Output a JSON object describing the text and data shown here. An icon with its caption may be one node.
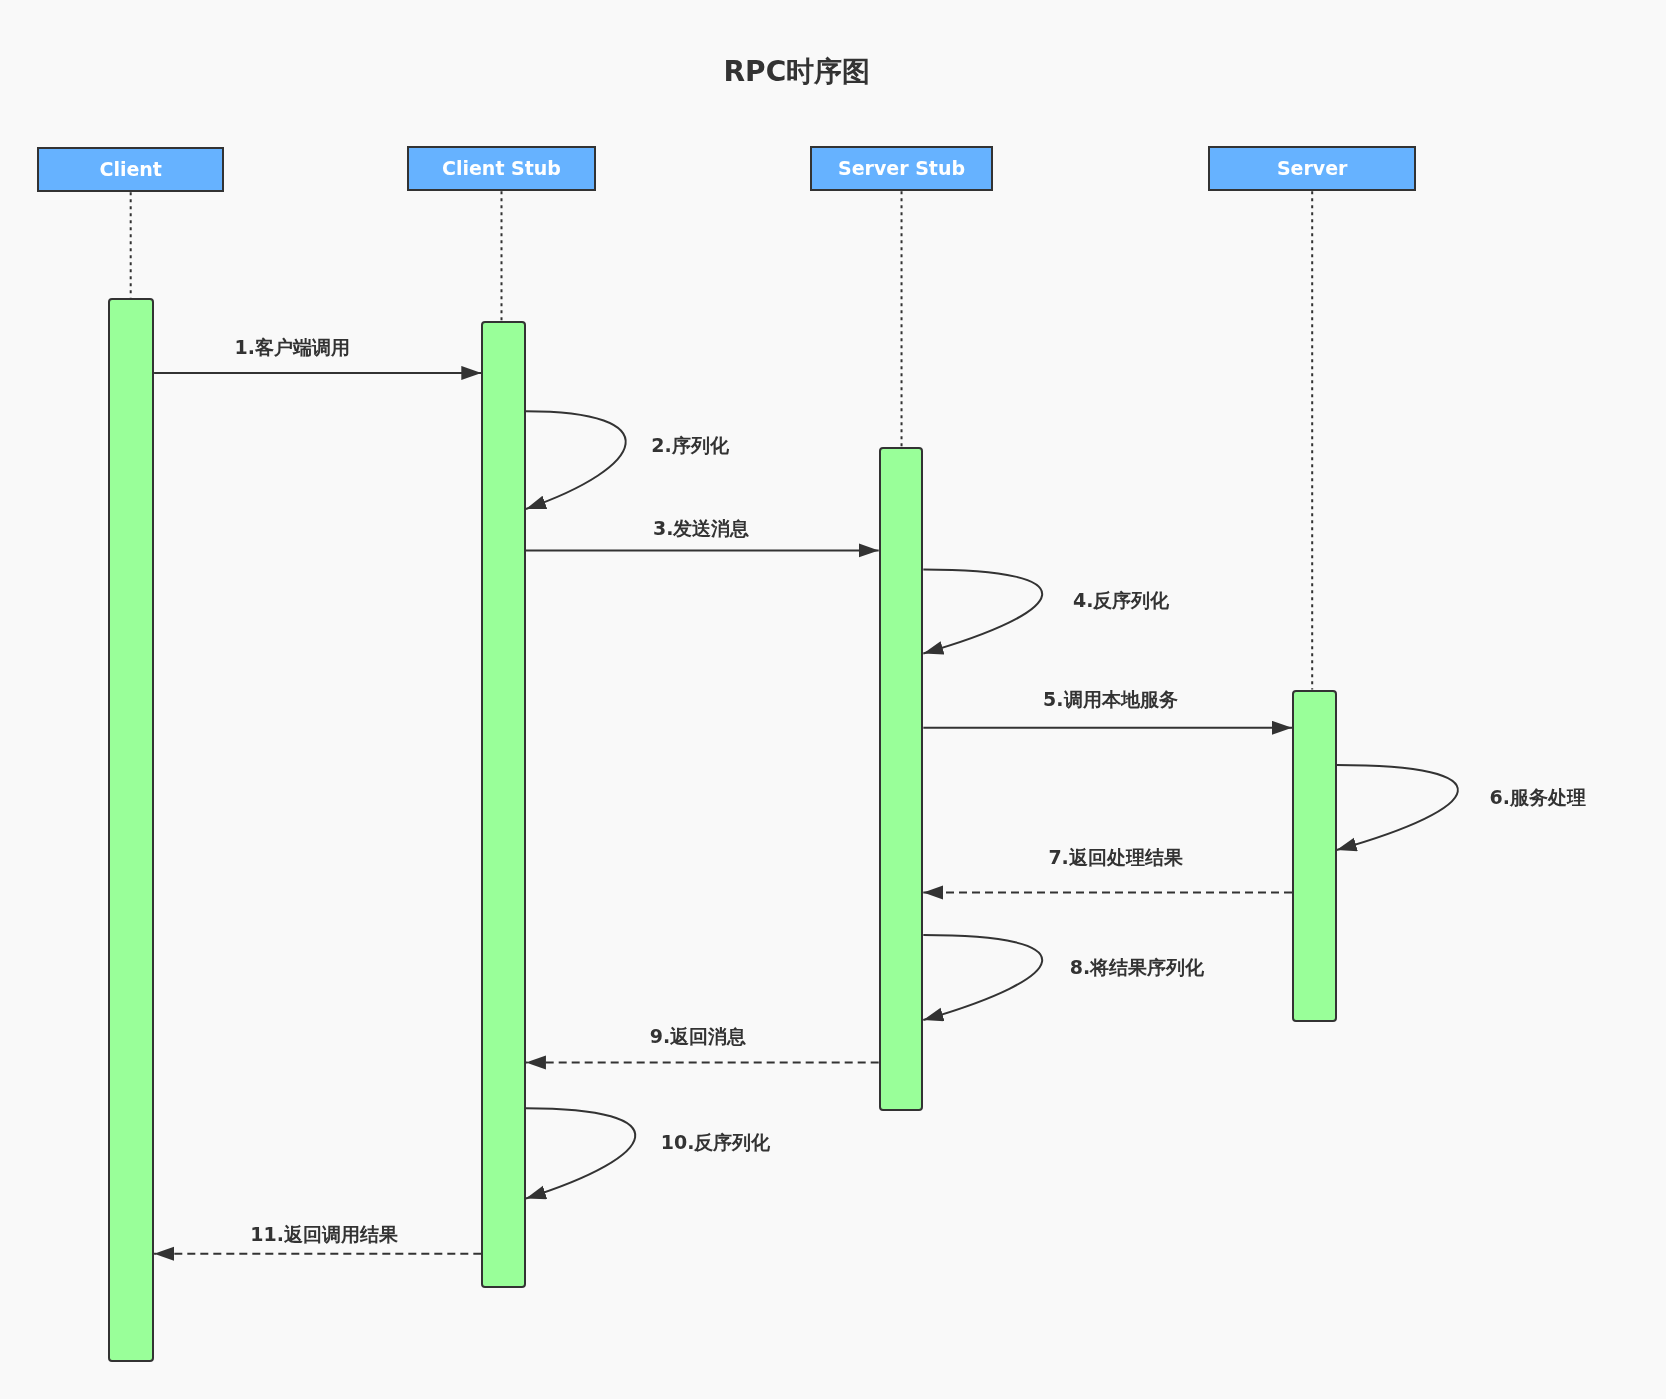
{
  "diagram": {
    "title": "RPC时序图",
    "nodes": [
      {
        "text": [
          "Client"
        ]
      },
      {
        "text": [
          "Client Stub"
        ]
      },
      {
        "text": [
          "Server Stub"
        ]
      },
      {
        "text": [
          "Server"
        ]
      },
      {
        "text": [],
        "shape": "bar"
      },
      {
        "text": [],
        "shape": "bar"
      },
      {
        "text": [],
        "shape": "bar"
      },
      {
        "text": [],
        "shape": "bar"
      }
    ],
    "edges": [
      {
        "from": 0,
        "to": 4,
        "arrow": "none",
        "style": "dashed"
      },
      {
        "from": 1,
        "to": 5,
        "arrow": "none",
        "style": "dashed"
      },
      {
        "from": 2,
        "to": 6,
        "arrow": "none",
        "style": "dashed"
      },
      {
        "from": 3,
        "to": 7,
        "arrow": "none",
        "style": "dashed"
      },
      {
        "from": 4,
        "to": 5,
        "arrow": "to",
        "label": "1.客户端调用"
      },
      {
        "from": 5,
        "to": 5,
        "arrow": "to",
        "label": "2.序列化"
      },
      {
        "from": 5,
        "to": 6,
        "arrow": "to",
        "label": "3.发送消息"
      },
      {
        "from": 6,
        "to": 6,
        "arrow": "to",
        "label": "4.反序列化"
      },
      {
        "from": 6,
        "to": 7,
        "arrow": "to",
        "label": "5.调用本地服务"
      },
      {
        "from": 7,
        "to": 7,
        "arrow": "to",
        "label": "6.服务处理"
      },
      {
        "from": 7,
        "to": 6,
        "arrow": "to",
        "label": "7.返回处理结果",
        "style": "dashed"
      },
      {
        "from": 6,
        "to": 6,
        "arrow": "to",
        "label": "8.将结果序列化"
      },
      {
        "from": 6,
        "to": 5,
        "arrow": "to",
        "label": "9.返回消息",
        "style": "dashed"
      },
      {
        "from": 5,
        "to": 5,
        "arrow": "to",
        "label": "10.反序列化"
      },
      {
        "from": 5,
        "to": 4,
        "arrow": "to",
        "label": "11.返回调用结果",
        "style": "dashed"
      }
    ]
  }
}
